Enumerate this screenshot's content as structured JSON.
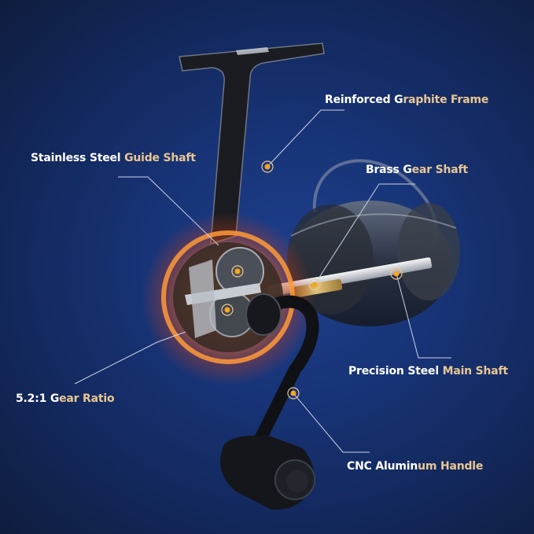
{
  "background": {
    "color_top_left": "#111a33",
    "color_center": "#1d3f8c",
    "color_bottom": "#13295e"
  },
  "accent": {
    "label_white": "#ffffff",
    "label_gold": "#e9c793",
    "marker_fill": "#f5a623",
    "leader_line": "#c9d3e8"
  },
  "product": "spinning fishing reel (cutaway view)",
  "callouts": [
    {
      "id": "frame",
      "white": "Reinforced G",
      "gold": "raphite Frame",
      "full": "Reinforced Graphite Frame"
    },
    {
      "id": "guide-shaft",
      "white": "Stainless Steel ",
      "gold": "Guide Shaft",
      "full": "Stainless Steel Guide Shaft"
    },
    {
      "id": "brass-gear",
      "white": "Brass G",
      "gold": "ear Shaft",
      "full": "Brass Gear Shaft"
    },
    {
      "id": "main-shaft",
      "white": "Precision Steel ",
      "gold": "Main Shaft",
      "full": "Precision Steel Main Shaft"
    },
    {
      "id": "gear-ratio",
      "white": "5.2:1 G",
      "gold": "ear Ratio",
      "full": "5.2:1 Gear Ratio"
    },
    {
      "id": "handle",
      "white": "CNC Alumin",
      "gold": "um Handle",
      "full": "CNC Aluminum Handle"
    }
  ]
}
